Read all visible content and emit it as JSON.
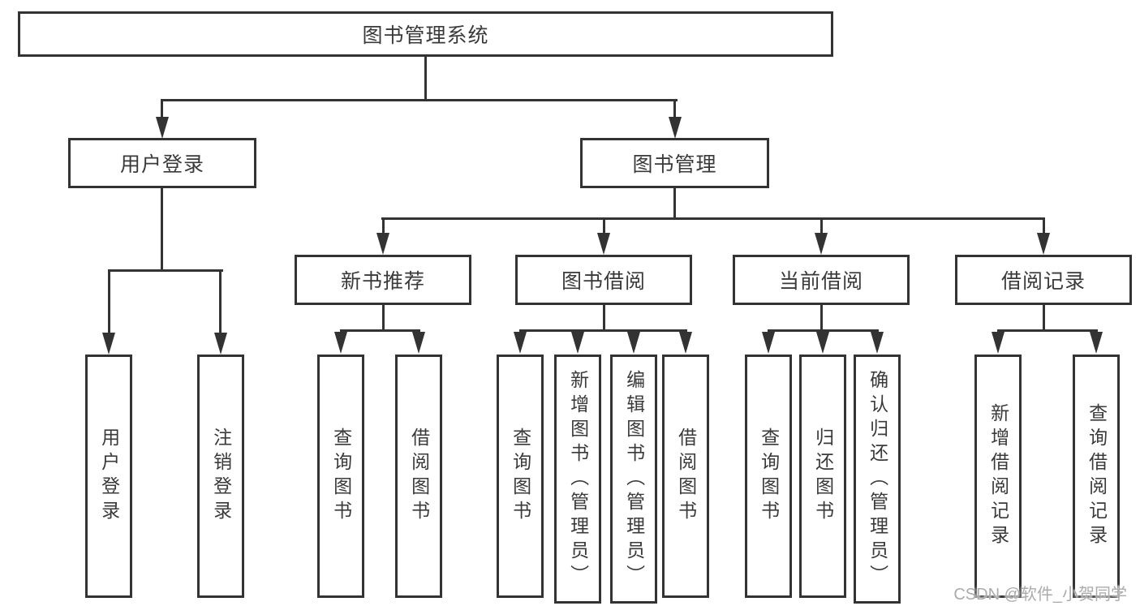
{
  "diagram": {
    "tree": {
      "label": "图书管理系统",
      "children": [
        {
          "label": "用户登录",
          "children": [
            {
              "label": "用户登录"
            },
            {
              "label": "注销登录"
            }
          ]
        },
        {
          "label": "图书管理",
          "children": [
            {
              "label": "新书推荐",
              "children": [
                {
                  "label": "查询图书"
                },
                {
                  "label": "借阅图书"
                }
              ]
            },
            {
              "label": "图书借阅",
              "children": [
                {
                  "label": "查询图书"
                },
                {
                  "label": "新增图书（管理员）"
                },
                {
                  "label": "编辑图书（管理员）"
                },
                {
                  "label": "借阅图书"
                }
              ]
            },
            {
              "label": "当前借阅",
              "children": [
                {
                  "label": "查询图书"
                },
                {
                  "label": "归还图书"
                },
                {
                  "label": "确认归还（管理员）"
                }
              ]
            },
            {
              "label": "借阅记录",
              "children": [
                {
                  "label": "新增借阅记录"
                },
                {
                  "label": "查询借阅记录"
                }
              ]
            }
          ]
        }
      ]
    },
    "watermark": "CSDN @软件_小贺同学",
    "colors": {
      "line": "#333333",
      "text": "#3a3a3a",
      "background": "#ffffff",
      "watermark": "#ababab"
    }
  }
}
